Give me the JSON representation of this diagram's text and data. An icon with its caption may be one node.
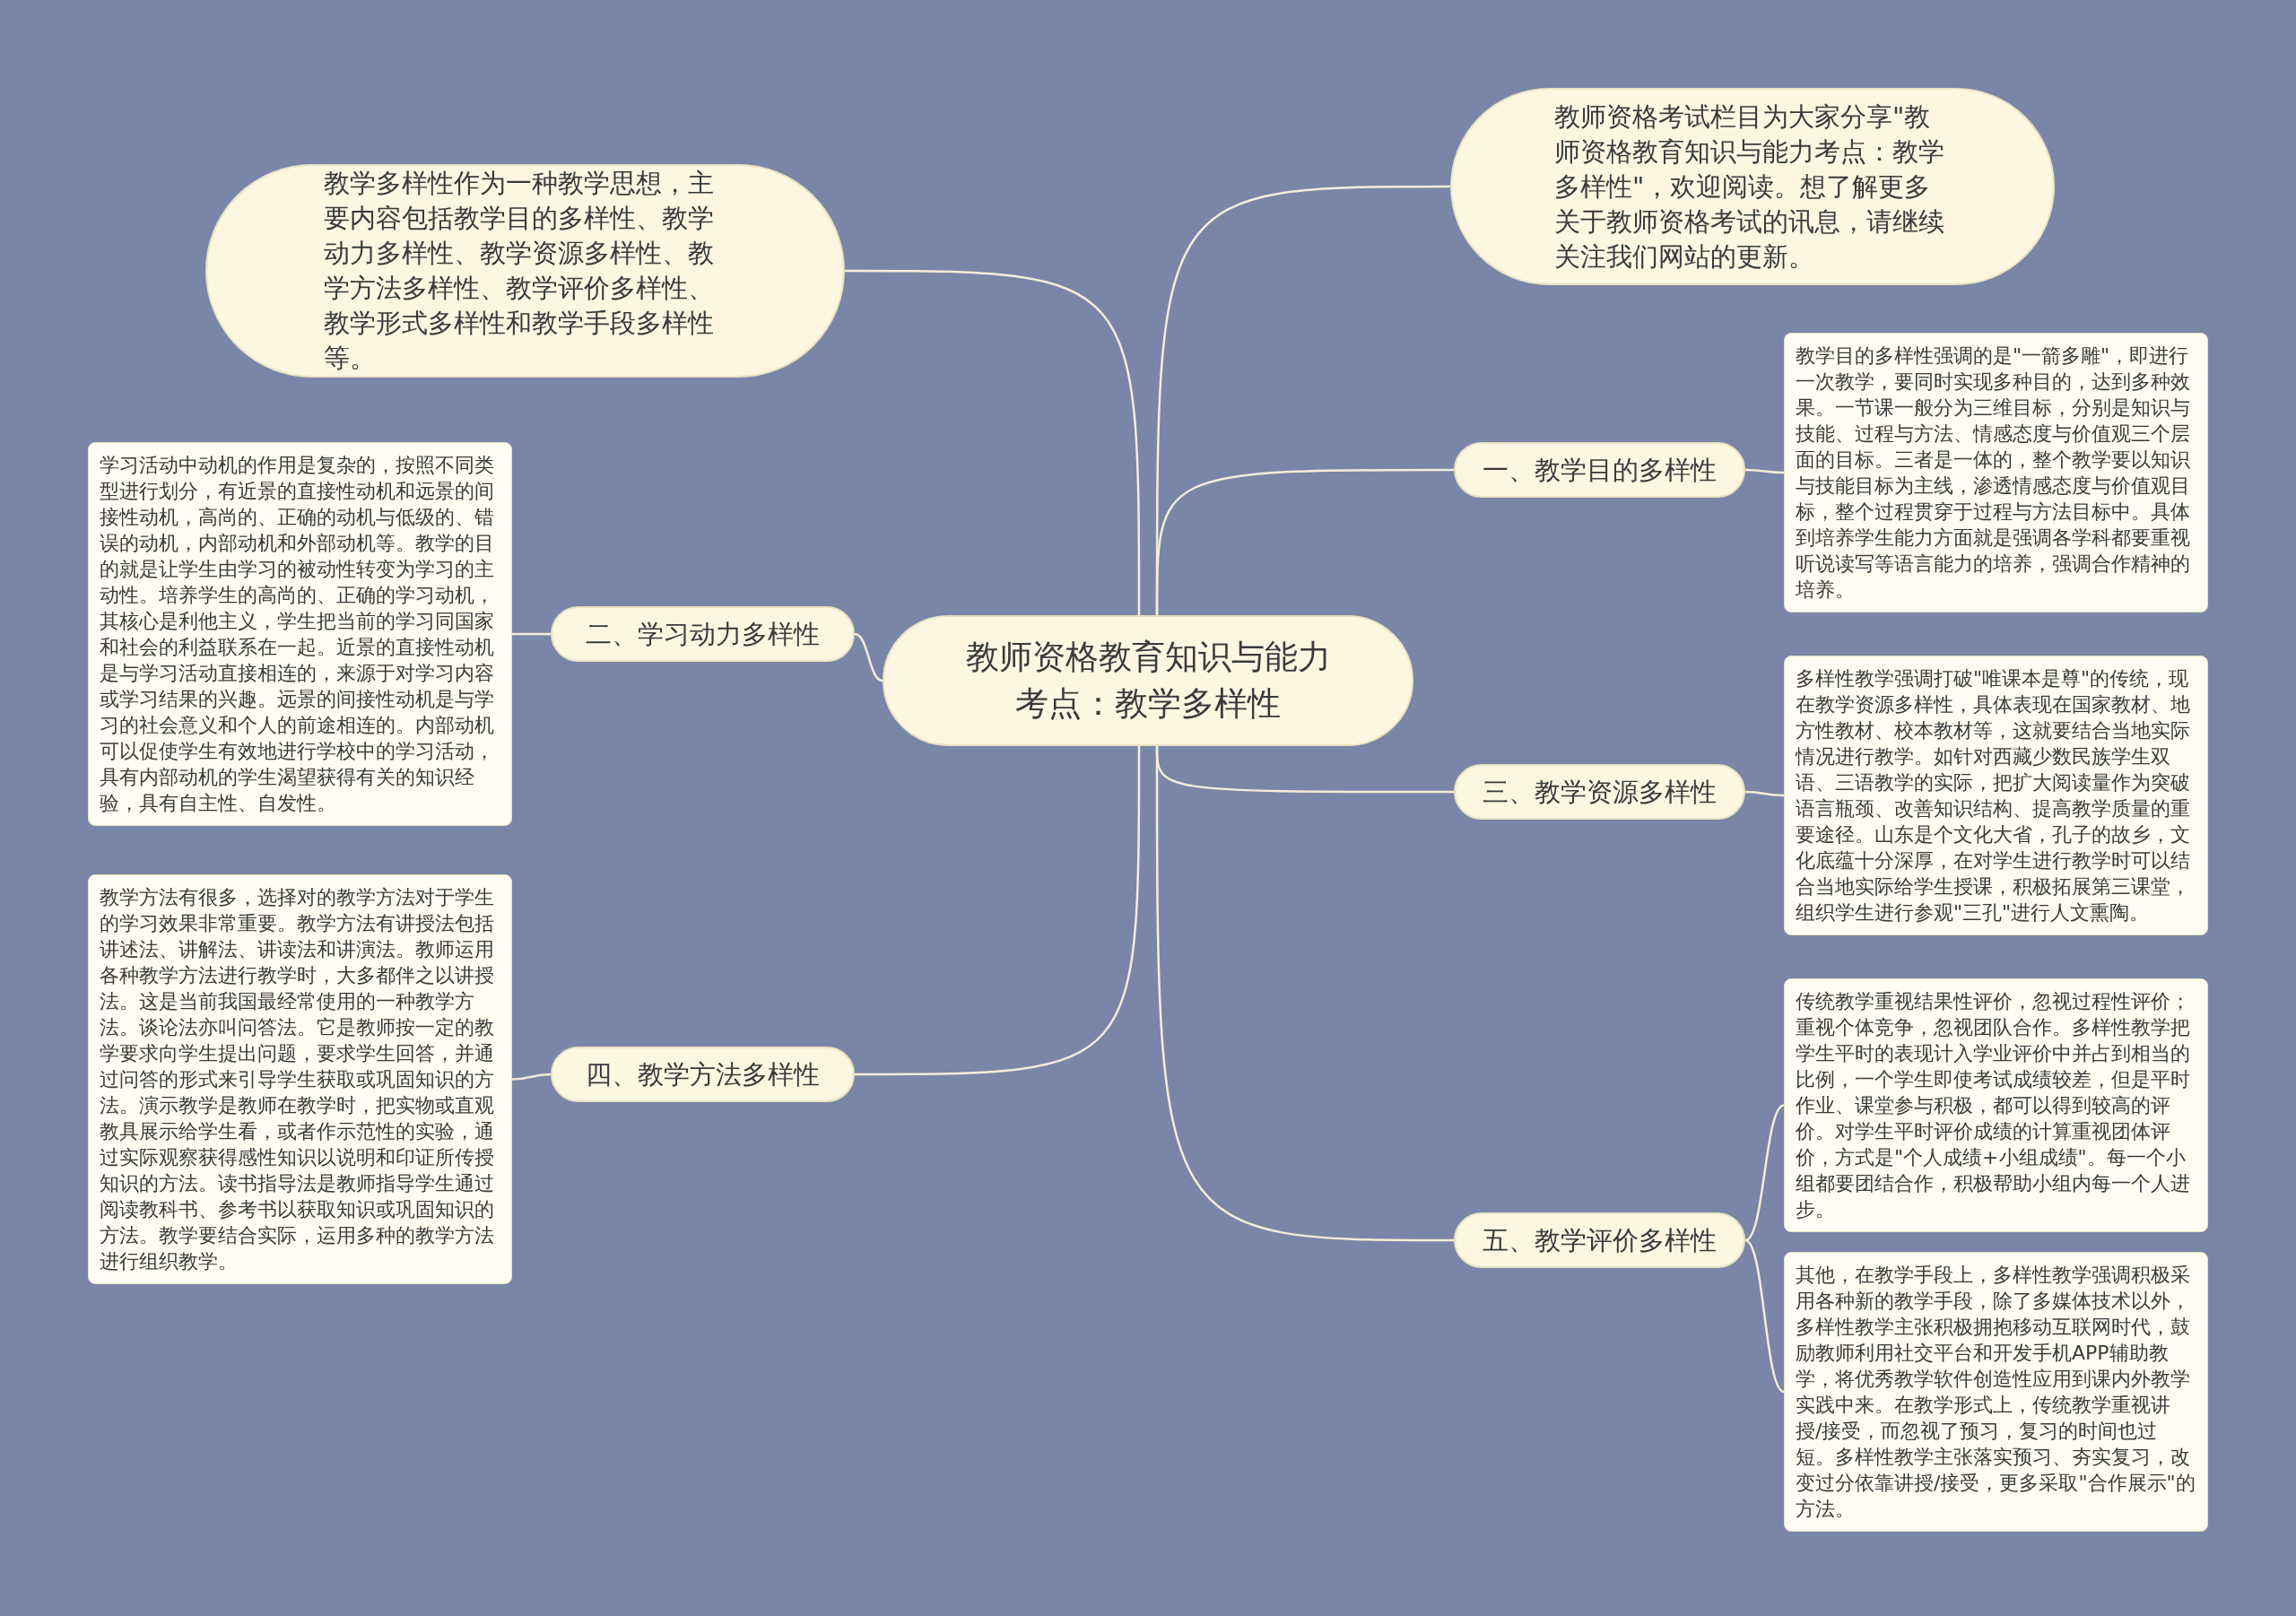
{
  "diagram": {
    "nodes": [
      {
        "text": [
          "教师资格教育知识与能力考点：教学多样性"
        ]
      },
      {
        "text": [
          "教学多样性作为一种教学思想，主要内容包括教学目的多样性、教学动力多样性、教学资源多样性、教学方法多样性、教学评价多样性、教学形式多样性和教学手段多样性等。"
        ]
      },
      {
        "text": [
          "教师资格考试栏目为大家分享\"教师资格教育知识与能力考点：教学多样性\"，欢迎阅读。想了解更多关于教师资格考试的讯息，请继续关注我们网站的更新。"
        ]
      },
      {
        "text": [
          "一、教学目的多样性"
        ]
      },
      {
        "text": [
          "教学目的多样性强调的是\"一箭多雕\"，即进行一次教学，要同时实现多种目的，达到多种效果。一节课一般分为三维目标，分别是知识与技能、过程与方法、情感态度与价值观三个层面的目标。三者是一体的，整个教学要以知识与技能目标为主线，渗透情感态度与价值观目标，整个过程贯穿于过程与方法目标中。具体到培养学生能力方面就是强调各学科都要重视听说读写等语言能力的培养，强调合作精神的培养。"
        ]
      },
      {
        "text": [
          "二、学习动力多样性"
        ]
      },
      {
        "text": [
          "学习活动中动机的作用是复杂的，按照不同类型进行划分，有近景的直接性动机和远景的间接性动机，高尚的、正确的动机与低级的、错误的动机，内部动机和外部动机等。教学的目的就是让学生由学习的被动性转变为学习的主动性。培养学生的高尚的、正确的学习动机，其核心是利他主义，学生把当前的学习同国家和社会的利益联系在一起。近景的直接性动机是与学习活动直接相连的，来源于对学习内容或学习结果的兴趣。远景的间接性动机是与学习的社会意义和个人的前途相连的。内部动机可以促使学生有效地进行学校中的学习活动，具有内部动机的学生渴望获得有关的知识经验，具有自主性、自发性。"
        ]
      },
      {
        "text": [
          "三、教学资源多样性"
        ]
      },
      {
        "text": [
          "多样性教学强调打破\"唯课本是尊\"的传统，现在教学资源多样性，具体表现在国家教材、地方性教材、校本教材等，这就要结合当地实际情况进行教学。如针对西藏少数民族学生双语、三语教学的实际，把扩大阅读量作为突破语言瓶颈、改善知识结构、提高教学质量的重要途径。山东是个文化大省，孔子的故乡，文化底蕴十分深厚，在对学生进行教学时可以结合当地实际给学生授课，积极拓展第三课堂，组织学生进行参观\"三孔\"进行人文熏陶。"
        ]
      },
      {
        "text": [
          "四、教学方法多样性"
        ]
      },
      {
        "text": [
          "教学方法有很多，选择对的教学方法对于学生的学习效果非常重要。教学方法有讲授法包括讲述法、讲解法、讲读法和讲演法。教师运用各种教学方法进行教学时，大多都伴之以讲授法。这是当前我国最经常使用的一种教学方法。谈论法亦叫问答法。它是教师按一定的教学要求向学生提出问题，要求学生回答，并通过问答的形式来引导学生获取或巩固知识的方法。演示教学是教师在教学时，把实物或直观教具展示给学生看，或者作示范性的实验，通过实际观察获得感性知识以说明和印证所传授知识的方法。读书指导法是教师指导学生通过阅读教科书、参考书以获取知识或巩固知识的方法。教学要结合实际，运用多种的教学方法进行组织教学。"
        ]
      },
      {
        "text": [
          "五、教学评价多样性"
        ]
      },
      {
        "text": [
          "传统教学重视结果性评价，忽视过程性评价；重视个体竞争，忽视团队合作。多样性教学把学生平时的表现计入学业评价中并占到相当的比例，一个学生即使考试成绩较差，但是平时作业、课堂参与积极，都可以得到较高的评价。对学生平时评价成绩的计算重视团体评价，方式是\"个人成绩+小组成绩\"。每一个小组都要团结合作，积极帮助小组内每一个人进步。"
        ]
      },
      {
        "text": [
          "其他，在教学手段上，多样性教学强调积极采用各种新的教学手段，除了多媒体技术以外，多样性教学主张积极拥抱移动互联网时代，鼓励教师利用社交平台和开发手机APP辅助教学，将优秀教学软件创造性应用到课内外教学实践中来。在教学形式上，传统教学重视讲授/接受，而忽视了预习，复习的时间也过短。多样性教学主张落实预习、夯实复习，改变过分依靠讲授/接受，更多采取\"合作展示\"的方法。"
        ]
      }
    ],
    "edges": [
      {
        "from": 0,
        "to": 1,
        "arrow": "none"
      },
      {
        "from": 0,
        "to": 2,
        "arrow": "none"
      },
      {
        "from": 0,
        "to": 3,
        "arrow": "none"
      },
      {
        "from": 3,
        "to": 4,
        "arrow": "none"
      },
      {
        "from": 0,
        "to": 5,
        "arrow": "none"
      },
      {
        "from": 5,
        "to": 6,
        "arrow": "none"
      },
      {
        "from": 0,
        "to": 7,
        "arrow": "none"
      },
      {
        "from": 7,
        "to": 8,
        "arrow": "none"
      },
      {
        "from": 0,
        "to": 9,
        "arrow": "none"
      },
      {
        "from": 9,
        "to": 10,
        "arrow": "none"
      },
      {
        "from": 0,
        "to": 11,
        "arrow": "none"
      },
      {
        "from": 11,
        "to": 12,
        "arrow": "none"
      },
      {
        "from": 11,
        "to": 13,
        "arrow": "none"
      }
    ]
  }
}
